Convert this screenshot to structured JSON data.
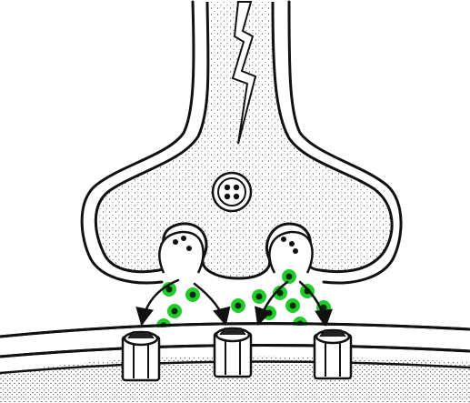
{
  "diagram": {
    "colors": {
      "background": "#ffffff",
      "ink": "#111111",
      "stipple": "#333333",
      "neurotransmitter": "#1fcc2a",
      "neurotransmitter_core": "#0a2a0a"
    },
    "components": [
      {
        "name": "presynaptic-axon-terminal",
        "icon": "axon-terminal-shape"
      },
      {
        "name": "action-potential",
        "icon": "lightning-bolt-icon"
      },
      {
        "name": "synaptic-vesicle",
        "icon": "vesicle-icon",
        "count": 1
      },
      {
        "name": "exocytosis-vesicle",
        "icon": "open-vesicle-icon",
        "count": 2
      },
      {
        "name": "neurotransmitter-molecule",
        "icon": "green-dot-icon",
        "count": 13
      },
      {
        "name": "diffusion-arrow",
        "icon": "curved-arrow-icon",
        "count": 4
      },
      {
        "name": "receptor-channel",
        "icon": "receptor-icon",
        "count": 3
      },
      {
        "name": "postsynaptic-membrane",
        "icon": "membrane-shape"
      }
    ]
  }
}
